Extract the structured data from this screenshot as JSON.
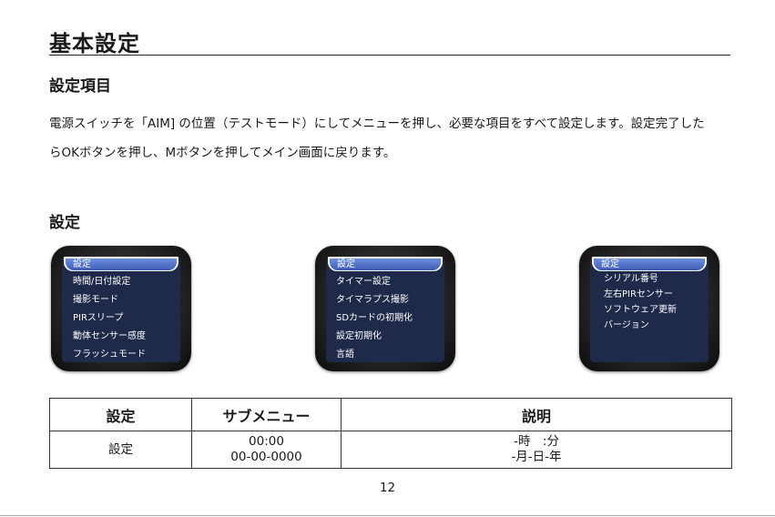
{
  "heading": "基本設定",
  "section1_title": "設定項目",
  "paragraph_line1": "電源スイッチを「AIM] の位置（テストモード）にしてメニューを押し、必要な項目をすべて設定します。設定完了した",
  "paragraph_line2": "らOKボタンを押し、Mボタンを押してメイン画面に戻ります。",
  "section2_title": "設定",
  "screens": [
    {
      "title": "設定",
      "items": [
        "時間/日付設定",
        "撮影モード",
        "PIRスリープ",
        "動体センサー感度",
        "フラッシュモード"
      ]
    },
    {
      "title": "設定",
      "items": [
        "タイマー設定",
        "タイマラプス撮影",
        "SDカードの初期化",
        "設定初期化",
        "言語"
      ]
    },
    {
      "title": "設定",
      "items": [
        "シリアル番号",
        "左右PIRセンサー",
        "ソフトウェア更新",
        "バージョン"
      ]
    }
  ],
  "table": {
    "headers": [
      "設定",
      "サブメニュー",
      "説明"
    ],
    "row": {
      "setting": "設定",
      "submenu_line1": "00:00",
      "submenu_line2": "00-00-0000",
      "desc_line1": "-時　:分",
      "desc_line2": "-月-日-年"
    }
  },
  "page_number": "12"
}
